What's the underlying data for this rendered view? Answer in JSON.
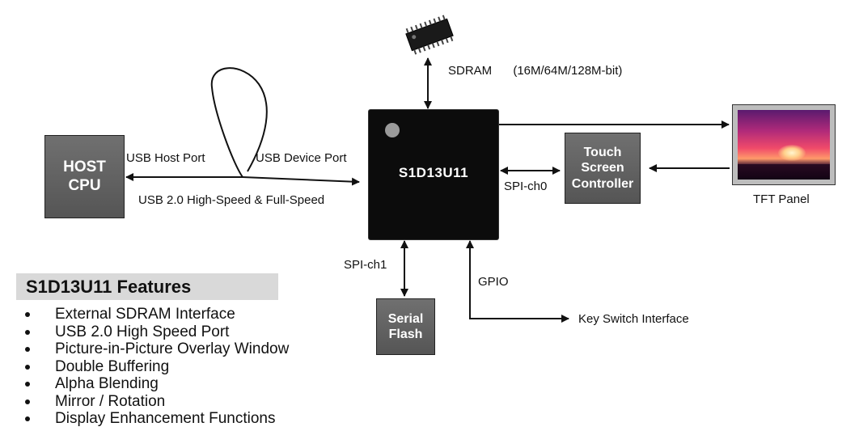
{
  "host": {
    "line1": "HOST",
    "line2": "CPU"
  },
  "chip": {
    "name": "S1D13U11"
  },
  "sdram": {
    "label": "SDRAM",
    "sizes": "(16M/64M/128M-bit)"
  },
  "usb": {
    "host_port": "USB Host Port",
    "device_port": "USB Device Port",
    "speed": "USB 2.0 High-Speed & Full-Speed"
  },
  "touch": {
    "line1": "Touch",
    "line2": "Screen",
    "line3": "Controller"
  },
  "spi_ch0": "SPI-ch0",
  "spi_ch1": "SPI-ch1",
  "tft": {
    "label": "TFT Panel"
  },
  "flash": {
    "line1": "Serial",
    "line2": "Flash"
  },
  "gpio": "GPIO",
  "key_switch": "Key Switch Interface",
  "features": {
    "title": "S1D13U11 Features",
    "items": [
      "External SDRAM Interface",
      "USB 2.0 High Speed Port",
      "Picture-in-Picture Overlay Window",
      "Double Buffering",
      "Alpha Blending",
      "Mirror / Rotation",
      "Display Enhancement Functions"
    ]
  },
  "colors": {
    "box_fill": "#5e5e5e",
    "chip_fill": "#0c0c0c",
    "feature_bar": "#d9d9d9"
  },
  "icons": {
    "sdram": "memory-chip-icon",
    "tft": "sunset-display-icon"
  }
}
